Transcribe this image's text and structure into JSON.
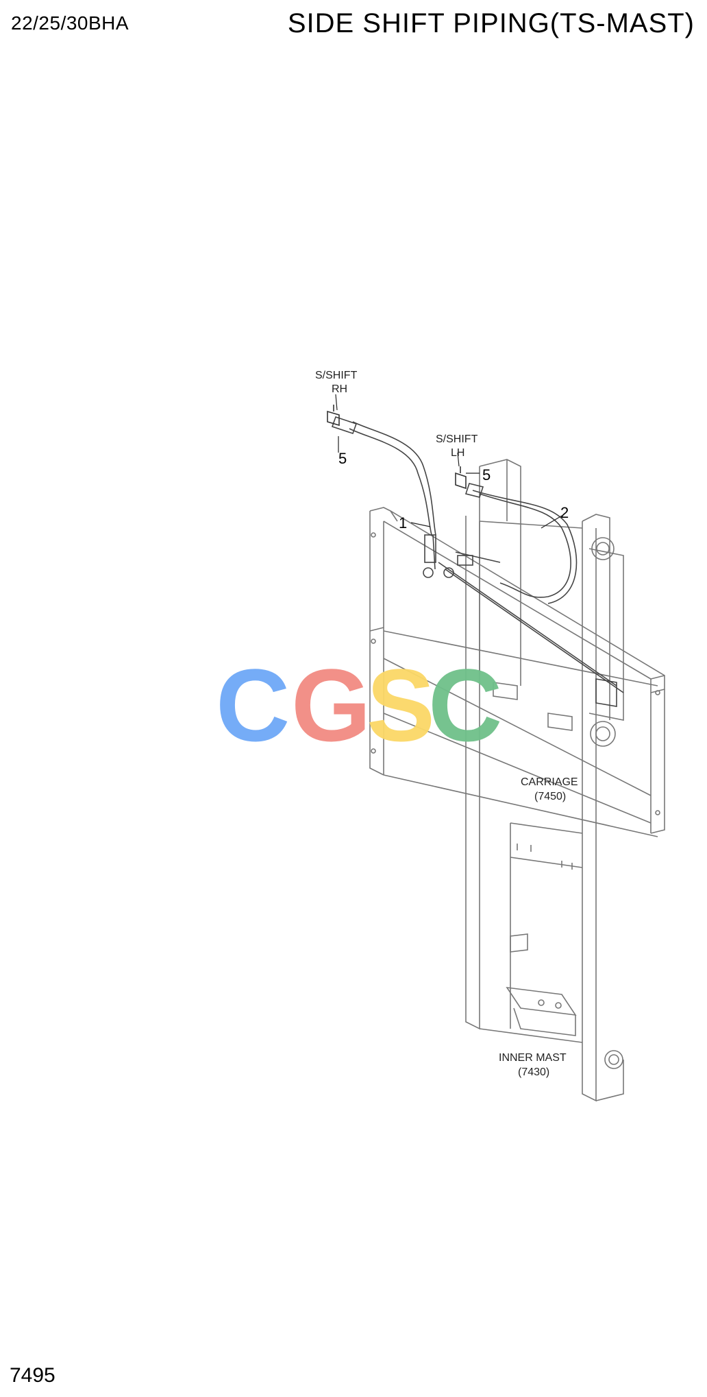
{
  "header": {
    "model": "22/25/30BHA",
    "title": "SIDE SHIFT PIPING(TS-MAST)"
  },
  "footer": {
    "page_number": "7495"
  },
  "diagram": {
    "labels": {
      "sshift_rh_1": "S/SHIFT",
      "sshift_rh_2": "RH",
      "sshift_lh_1": "S/SHIFT",
      "sshift_lh_2": "LH",
      "carriage_1": "CARRIAGE",
      "carriage_2": "(7450)",
      "inner_mast_1": "INNER MAST",
      "inner_mast_2": "(7430)"
    },
    "callouts": {
      "c1": "1",
      "c2": "2",
      "c5a": "5",
      "c5b": "5"
    }
  },
  "watermark": {
    "letters": [
      "C",
      "G",
      "S",
      "C"
    ],
    "colors": {
      "blue": "#6ea8f7",
      "red": "#f28b82",
      "yellow": "#fbd867",
      "green": "#6fc08a"
    }
  }
}
